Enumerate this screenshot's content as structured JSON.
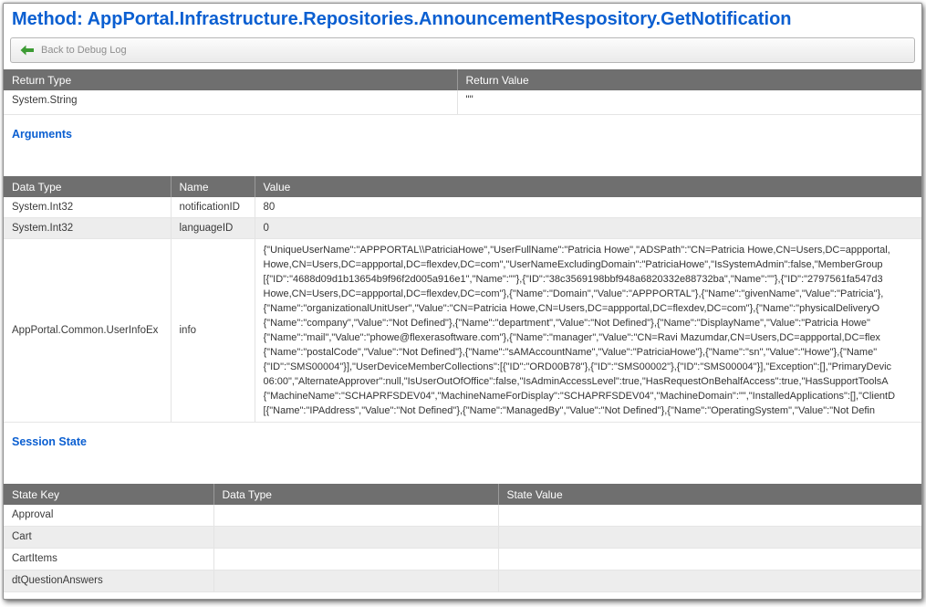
{
  "page": {
    "title": "Method: AppPortal.Infrastructure.Repositories.AnnouncementRespository.GetNotification",
    "back_button": "Back to Debug Log"
  },
  "return_table": {
    "headers": [
      "Return Type",
      "Return Value"
    ],
    "rows": [
      {
        "type": "System.String",
        "value": "\"\""
      }
    ]
  },
  "arguments": {
    "heading": "Arguments",
    "headers": [
      "Data Type",
      "Name",
      "Value"
    ],
    "rows": [
      {
        "data_type": "System.Int32",
        "name": "notificationID",
        "value": "80"
      },
      {
        "data_type": "System.Int32",
        "name": "languageID",
        "value": "0"
      },
      {
        "data_type": "AppPortal.Common.UserInfoEx",
        "name": "info",
        "value": "",
        "value_lines": [
          "{\"UniqueUserName\":\"APPPORTAL\\\\PatriciaHowe\",\"UserFullName\":\"Patricia Howe\",\"ADSPath\":\"CN=Patricia Howe,CN=Users,DC=appportal,",
          "Howe,CN=Users,DC=appportal,DC=flexdev,DC=com\",\"UserNameExcludingDomain\":\"PatriciaHowe\",\"IsSystemAdmin\":false,\"MemberGroup",
          "[{\"ID\":\"4688d09d1b13654b9f96f2d005a916e1\",\"Name\":\"\"},{\"ID\":\"38c3569198bbf948a6820332e88732ba\",\"Name\":\"\"},{\"ID\":\"2797561fa547d3",
          "Howe,CN=Users,DC=appportal,DC=flexdev,DC=com\"},{\"Name\":\"Domain\",\"Value\":\"APPPORTAL\"},{\"Name\":\"givenName\",\"Value\":\"Patricia\"},",
          "{\"Name\":\"organizationalUnitUser\",\"Value\":\"CN=Patricia Howe,CN=Users,DC=appportal,DC=flexdev,DC=com\"},{\"Name\":\"physicalDeliveryO",
          "{\"Name\":\"company\",\"Value\":\"Not Defined\"},{\"Name\":\"department\",\"Value\":\"Not Defined\"},{\"Name\":\"DisplayName\",\"Value\":\"Patricia Howe\"",
          "{\"Name\":\"mail\",\"Value\":\"phowe@flexerasoftware.com\"},{\"Name\":\"manager\",\"Value\":\"CN=Ravi Mazumdar,CN=Users,DC=appportal,DC=flex",
          "{\"Name\":\"postalCode\",\"Value\":\"Not Defined\"},{\"Name\":\"sAMAccountName\",\"Value\":\"PatriciaHowe\"},{\"Name\":\"sn\",\"Value\":\"Howe\"},{\"Name\"",
          "{\"ID\":\"SMS00004\"}],\"UserDeviceMemberCollections\":[{\"ID\":\"ORD00B78\"},{\"ID\":\"SMS00002\"},{\"ID\":\"SMS00004\"}],\"Exception\":[],\"PrimaryDevic",
          "06:00\",\"AlternateApprover\":null,\"IsUserOutOfOffice\":false,\"IsAdminAccessLevel\":true,\"HasRequestOnBehalfAccess\":true,\"HasSupportToolsA",
          "{\"MachineName\":\"SCHAPRFSDEV04\",\"MachineNameForDisplay\":\"SCHAPRFSDEV04\",\"MachineDomain\":\"\",\"InstalledApplications\":[],\"ClientD",
          "[{\"Name\":\"IPAddress\",\"Value\":\"Not Defined\"},{\"Name\":\"ManagedBy\",\"Value\":\"Not Defined\"},{\"Name\":\"OperatingSystem\",\"Value\":\"Not Defin"
        ]
      }
    ]
  },
  "session_state": {
    "heading": "Session State",
    "headers": [
      "State Key",
      "Data Type",
      "State Value"
    ],
    "rows": [
      {
        "key": "Approval",
        "data_type": "",
        "value": ""
      },
      {
        "key": "Cart",
        "data_type": "",
        "value": ""
      },
      {
        "key": "CartItems",
        "data_type": "",
        "value": ""
      },
      {
        "key": "dtQuestionAnswers",
        "data_type": "",
        "value": ""
      }
    ]
  },
  "colors": {
    "title_blue": "#0b5fd1",
    "header_gray": "#6f6f6f",
    "stripe_gray": "#ededed",
    "back_arrow_green": "#3c9b33"
  }
}
